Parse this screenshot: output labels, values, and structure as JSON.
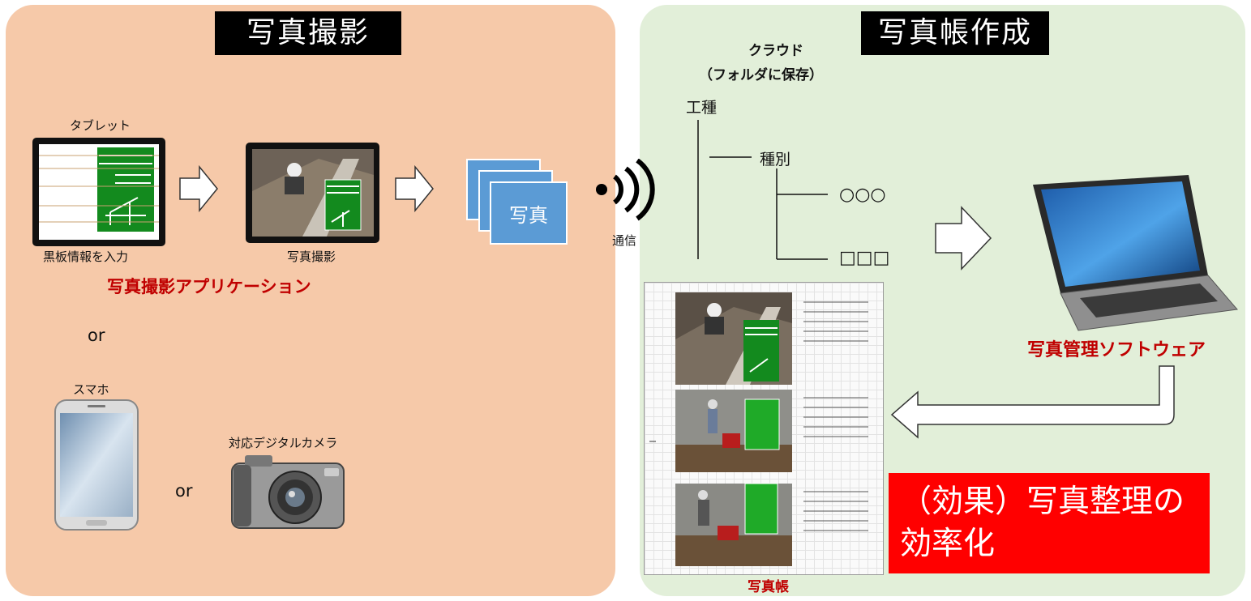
{
  "left": {
    "title": "写真撮影",
    "tablet_label": "タブレット",
    "input_label": "黒板情報を入力",
    "shot_label": "写真撮影",
    "app_label": "写真撮影アプリケーション",
    "or1": "or",
    "smartphone_label": "スマホ",
    "camera_label": "対応デジタルカメラ",
    "or2": "or",
    "photo_card_text": "写真",
    "comm_label": "通信"
  },
  "right": {
    "title": "写真帳作成",
    "cloud_line1": "クラウド",
    "cloud_line2": "（フォルダに保存）",
    "tree_root": "工種",
    "tree_child": "種別",
    "tree_leaf1": "○○○",
    "tree_leaf2": "□□□",
    "software_label": "写真管理ソフトウェア",
    "album_label": "写真帳",
    "effect_line1": "（効果）写真整理の",
    "effect_line2": "効率化"
  },
  "colors": {
    "left_bg": "#f6c9a9",
    "right_bg": "#e2efd9",
    "accent_red": "#c00000",
    "effect_red": "#ff0000",
    "photo_blue": "#5b9bd5",
    "board_green": "#138a1e"
  },
  "icons": [
    "tablet-icon",
    "arrow-right-icon",
    "photo-stack-icon",
    "wireless-signal-icon",
    "laptop-icon",
    "smartphone-icon",
    "camera-icon",
    "arrow-return-icon"
  ]
}
